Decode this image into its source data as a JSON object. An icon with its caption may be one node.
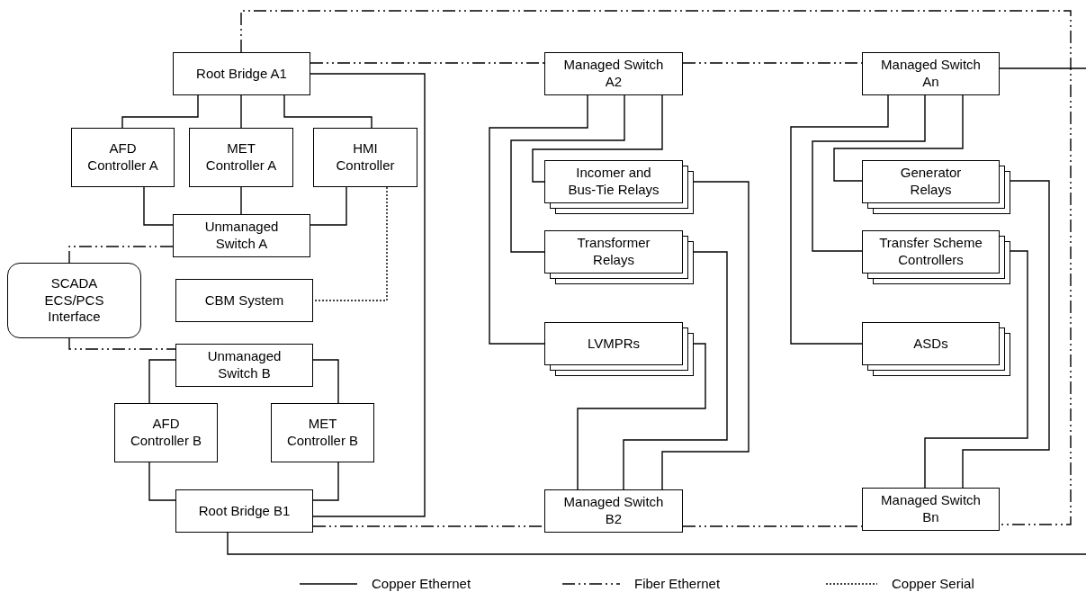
{
  "diagram": {
    "nodes": [
      {
        "text": [
          "Root Bridge A1"
        ]
      },
      {
        "text": [
          "AFD Controller A"
        ]
      },
      {
        "text": [
          "MET Controller A"
        ]
      },
      {
        "text": [
          "HMI Controller"
        ]
      },
      {
        "text": [
          "Unmanaged Switch A"
        ]
      },
      {
        "text": [
          "SCADA ECS/PCS Interface"
        ]
      },
      {
        "text": [
          "CBM System"
        ]
      },
      {
        "text": [
          "Unmanaged Switch B"
        ]
      },
      {
        "text": [
          "AFD Controller B"
        ]
      },
      {
        "text": [
          "MET Controller B"
        ]
      },
      {
        "text": [
          "Root Bridge B1"
        ]
      },
      {
        "text": [
          "Managed Switch A2"
        ]
      },
      {
        "text": [
          "Incomer and Bus-Tie Relays"
        ]
      },
      {
        "text": [
          "Transformer Relays"
        ]
      },
      {
        "text": [
          "LVMPRs"
        ]
      },
      {
        "text": [
          "Managed Switch B2"
        ]
      },
      {
        "text": [
          "Managed Switch An"
        ]
      },
      {
        "text": [
          "Generator Relays"
        ]
      },
      {
        "text": [
          "Transfer Scheme Controllers"
        ]
      },
      {
        "text": [
          "ASDs"
        ]
      },
      {
        "text": [
          "Managed Switch Bn"
        ]
      }
    ],
    "edges": [
      {
        "from": 0,
        "to": 1,
        "arrow": "none"
      },
      {
        "from": 0,
        "to": 2,
        "arrow": "none"
      },
      {
        "from": 0,
        "to": 3,
        "arrow": "none"
      },
      {
        "from": 1,
        "to": 4,
        "arrow": "none"
      },
      {
        "from": 2,
        "to": 4,
        "arrow": "none"
      },
      {
        "from": 3,
        "to": 4,
        "arrow": "none"
      },
      {
        "from": 3,
        "to": 6,
        "arrow": "none",
        "style": "dashed"
      },
      {
        "from": 4,
        "to": 5,
        "arrow": "none",
        "style": "dashed"
      },
      {
        "from": 5,
        "to": 7,
        "arrow": "none",
        "style": "dashed"
      },
      {
        "from": 7,
        "to": 8,
        "arrow": "none"
      },
      {
        "from": 7,
        "to": 9,
        "arrow": "none"
      },
      {
        "from": 8,
        "to": 10,
        "arrow": "none"
      },
      {
        "from": 9,
        "to": 10,
        "arrow": "none"
      },
      {
        "from": 0,
        "to": 10,
        "arrow": "none"
      },
      {
        "from": 10,
        "to": null,
        "arrow": "none"
      },
      {
        "from": 0,
        "to": 11,
        "arrow": "none",
        "style": "dashed"
      },
      {
        "from": 11,
        "to": 16,
        "arrow": "none",
        "style": "dashed"
      },
      {
        "from": 0,
        "to": 20,
        "arrow": "none",
        "style": "dashed"
      },
      {
        "from": 10,
        "to": 15,
        "arrow": "none",
        "style": "dashed"
      },
      {
        "from": 15,
        "to": 20,
        "arrow": "none",
        "style": "dashed"
      },
      {
        "from": 16,
        "to": null,
        "arrow": "none"
      },
      {
        "from": 11,
        "to": 12,
        "arrow": "none"
      },
      {
        "from": 11,
        "to": 13,
        "arrow": "none"
      },
      {
        "from": 11,
        "to": 14,
        "arrow": "none"
      },
      {
        "from": 12,
        "to": 15,
        "arrow": "none"
      },
      {
        "from": 13,
        "to": 15,
        "arrow": "none"
      },
      {
        "from": 14,
        "to": 15,
        "arrow": "none"
      },
      {
        "from": 16,
        "to": 17,
        "arrow": "none"
      },
      {
        "from": 16,
        "to": 18,
        "arrow": "none"
      },
      {
        "from": 16,
        "to": 19,
        "arrow": "none"
      },
      {
        "from": 17,
        "to": 20,
        "arrow": "none"
      },
      {
        "from": 18,
        "to": 20,
        "arrow": "none"
      }
    ],
    "legend": [
      {
        "text": "Copper Ethernet"
      },
      {
        "text": "Fiber Ethernet"
      },
      {
        "text": "Copper Serial"
      }
    ]
  }
}
